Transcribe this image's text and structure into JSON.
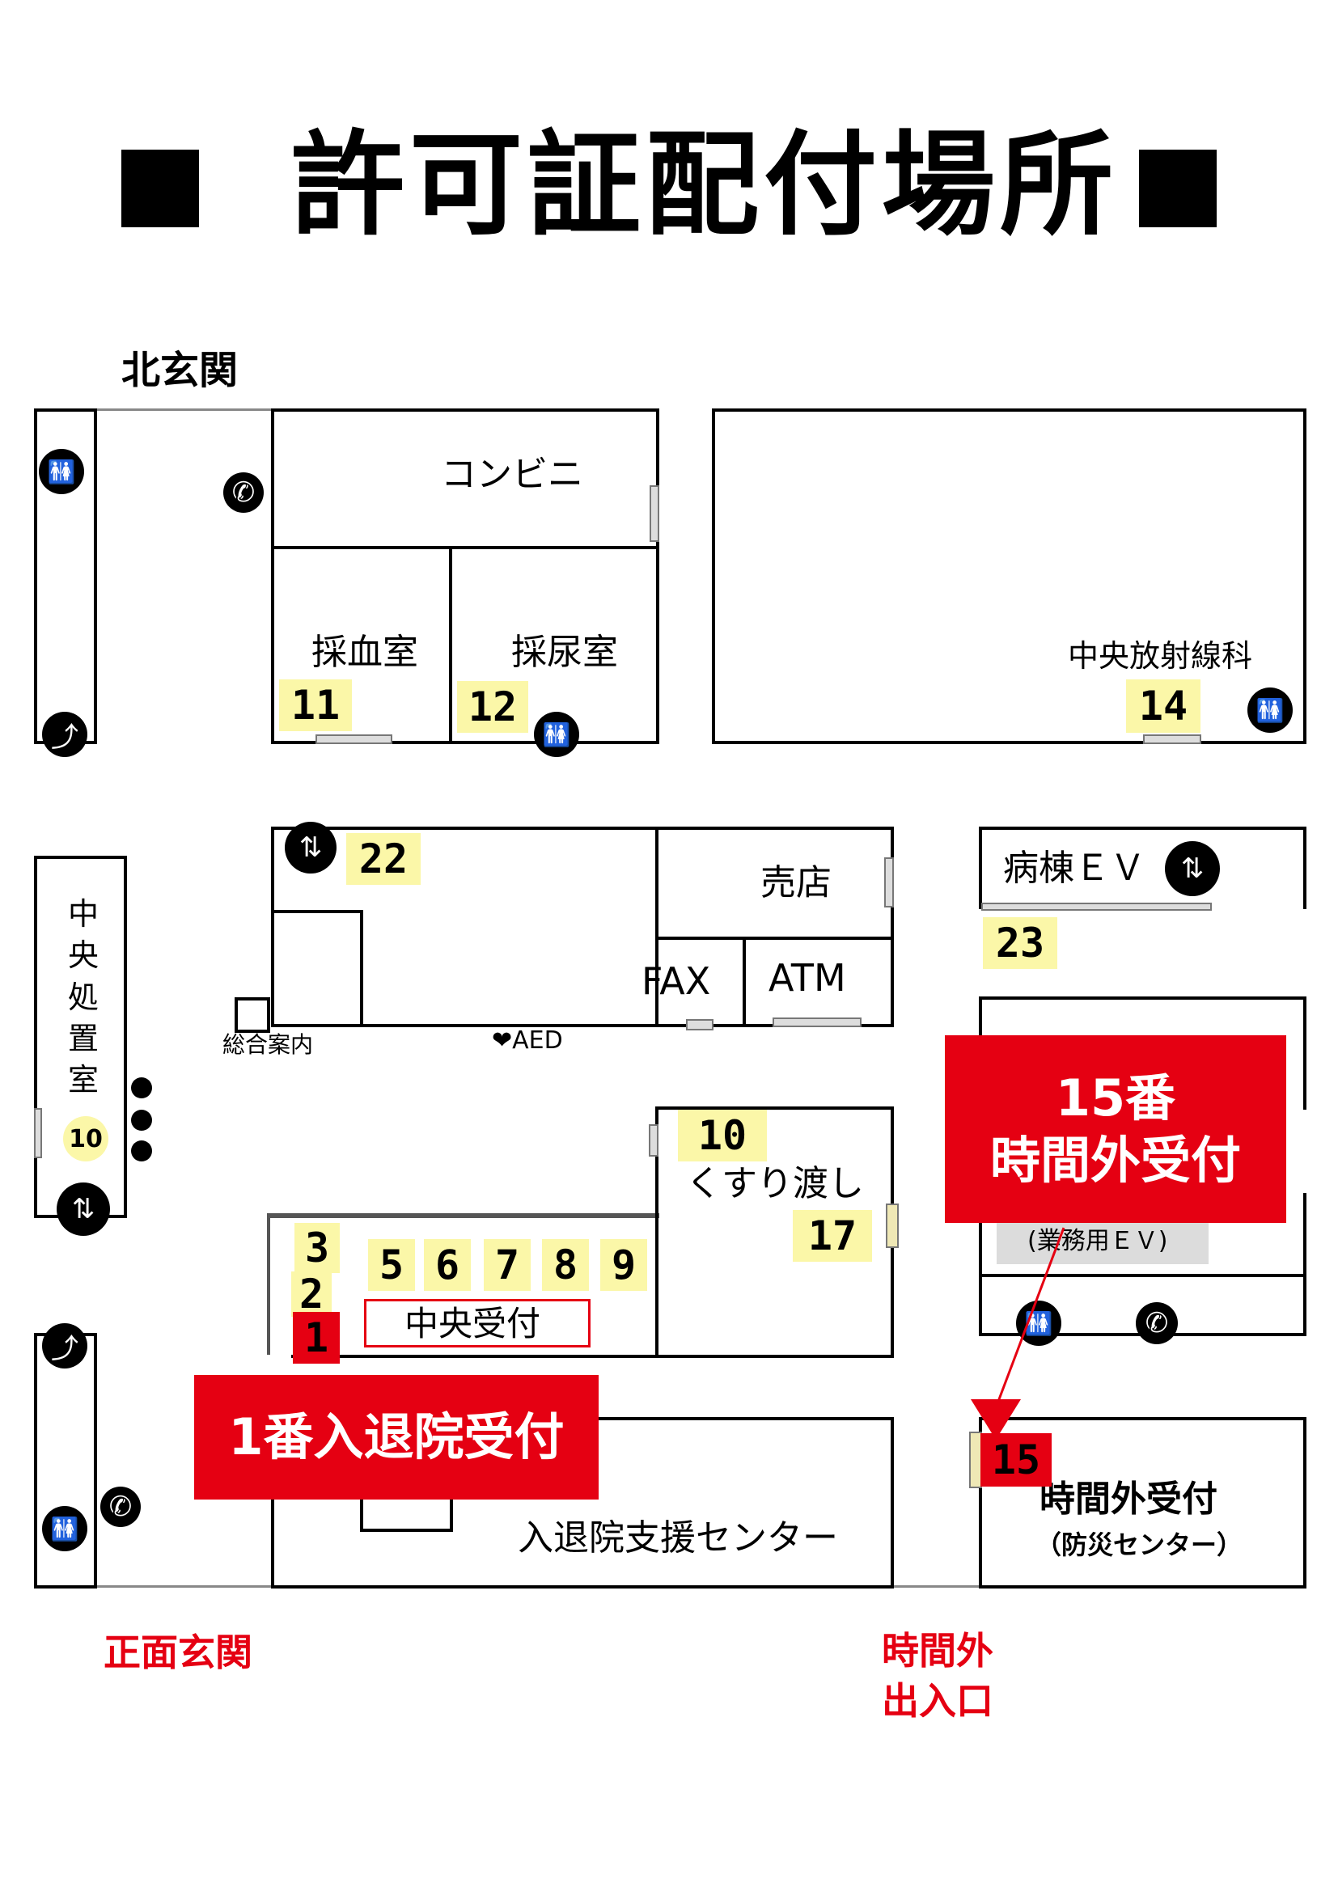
{
  "title": "許可証配付場所",
  "entrances": {
    "north": "北玄関",
    "front": "正面玄関",
    "after_hours_line1": "時間外",
    "after_hours_line2": "出入口"
  },
  "rooms": {
    "convenience_store": "コンビニ",
    "blood_collection": "採血室",
    "urine_collection": "採尿室",
    "radiology": "中央放射線科",
    "shop": "売店",
    "fax": "FAX",
    "atm": "ATM",
    "ward_ev": "病棟ＥＶ",
    "central_treatment": "中央処置室",
    "info_desk": "総合案内",
    "aed": "❤AED",
    "pharmacy": "くすり渡し",
    "central_reception": "中央受付",
    "staff_ev": "(業務用ＥＶ)",
    "admission_support": "入退院支援センター",
    "after_hours_reception": "時間外受付",
    "disaster_center": "（防災センター）"
  },
  "callouts": {
    "reception_15_line1": "15番",
    "reception_15_line2": "時間外受付",
    "admission_1": "1番入退院受付"
  },
  "counters": {
    "c11": "11",
    "c12": "12",
    "c14": "14",
    "c22": "22",
    "c23": "23",
    "c10a": "10",
    "c10b": "10",
    "c17": "17",
    "c1": "1",
    "c2": "2",
    "c3": "3",
    "c5": "5",
    "c6": "6",
    "c7": "7",
    "c8": "8",
    "c9": "9",
    "c15": "15"
  },
  "icons": {
    "restroom": "🚻",
    "phone": "✆",
    "stairs": "⤴",
    "elevator": "⇅"
  },
  "colors": {
    "accent_red": "#e50012",
    "counter_yellow": "#fbf7a8"
  }
}
